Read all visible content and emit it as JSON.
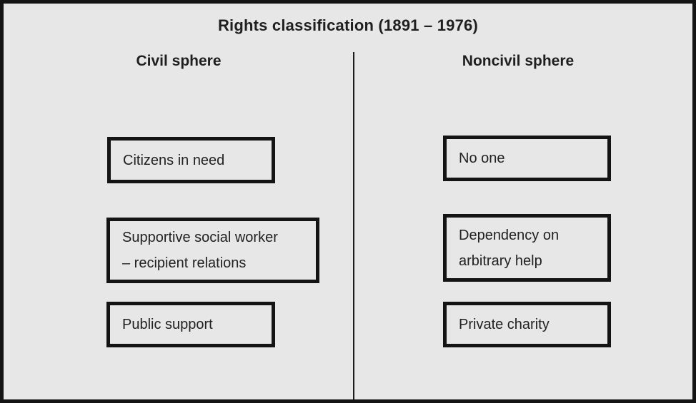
{
  "diagram": {
    "title": "Rights classification (1891 – 1976)",
    "columns": [
      {
        "header": "Civil sphere",
        "boxes": [
          {
            "label": "Citizens in need"
          },
          {
            "label": "Supportive social worker\n– recipient relations"
          },
          {
            "label": "Public support"
          }
        ]
      },
      {
        "header": "Noncivil sphere",
        "boxes": [
          {
            "label": "No one"
          },
          {
            "label": "Dependency on\narbitrary help"
          },
          {
            "label": "Private charity"
          }
        ]
      }
    ],
    "colors": {
      "background": "#e7e7e7",
      "border": "#141414",
      "text": "#212121"
    }
  }
}
